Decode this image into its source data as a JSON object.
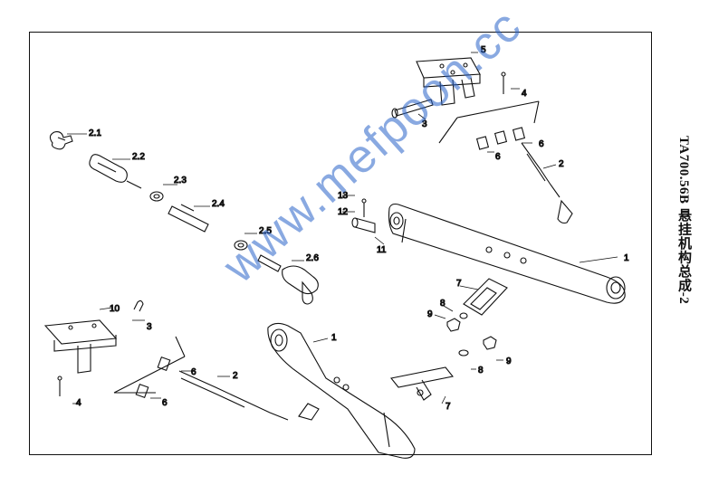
{
  "title": "TA700.56B 悬挂机构总成-2",
  "watermark": "www.mefpoon.cc",
  "callouts": {
    "c2_1": "2.1",
    "c2_2": "2.2",
    "c2_3": "2.3",
    "c2_4": "2.4",
    "c2_5": "2.5",
    "c2_6": "2.6",
    "c5": "5",
    "c4_top": "4",
    "c3_top": "3",
    "c6_top_a": "6",
    "c6_top_b": "6",
    "c2_top": "2",
    "c1_right": "1",
    "c13": "13",
    "c12": "12",
    "c11": "11",
    "c7_right": "7",
    "c8_right": "8",
    "c9_right": "9",
    "c10": "10",
    "c3_left": "3",
    "c6_left_a": "6",
    "c6_left_b": "6",
    "c4_left": "4",
    "c2_left": "2",
    "c1_left": "1",
    "c7_left": "7",
    "c8_left": "8",
    "c9_left": "9"
  }
}
